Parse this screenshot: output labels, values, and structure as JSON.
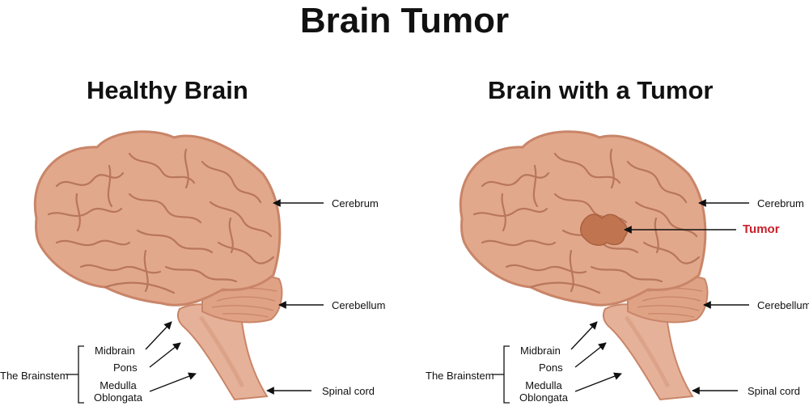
{
  "title": "Brain Tumor",
  "panels": [
    {
      "title": "Healthy Brain",
      "labels": {
        "cerebrum": "Cerebrum",
        "cerebellum": "Cerebellum",
        "spinal_cord": "Spinal cord",
        "brainstem": "The Brainstem",
        "midbrain": "Midbrain",
        "pons": "Pons",
        "medulla_line1": "Medulla",
        "medulla_line2": "Oblongata"
      }
    },
    {
      "title": "Brain with a Tumor",
      "labels": {
        "cerebrum": "Cerebrum",
        "tumor": "Tumor",
        "cerebellum": "Cerebellum",
        "spinal_cord": "Spinal cord",
        "brainstem": "The Brainstem",
        "midbrain": "Midbrain",
        "pons": "Pons",
        "medulla_line1": "Medulla",
        "medulla_line2": "Oblongata"
      }
    }
  ],
  "colors": {
    "brain_fill": "#e2a88c",
    "brain_outline": "#c98568",
    "sulci": "#b8765b",
    "tumor": "#c07550",
    "tumor_label": "#c8202a",
    "text": "#111111"
  }
}
